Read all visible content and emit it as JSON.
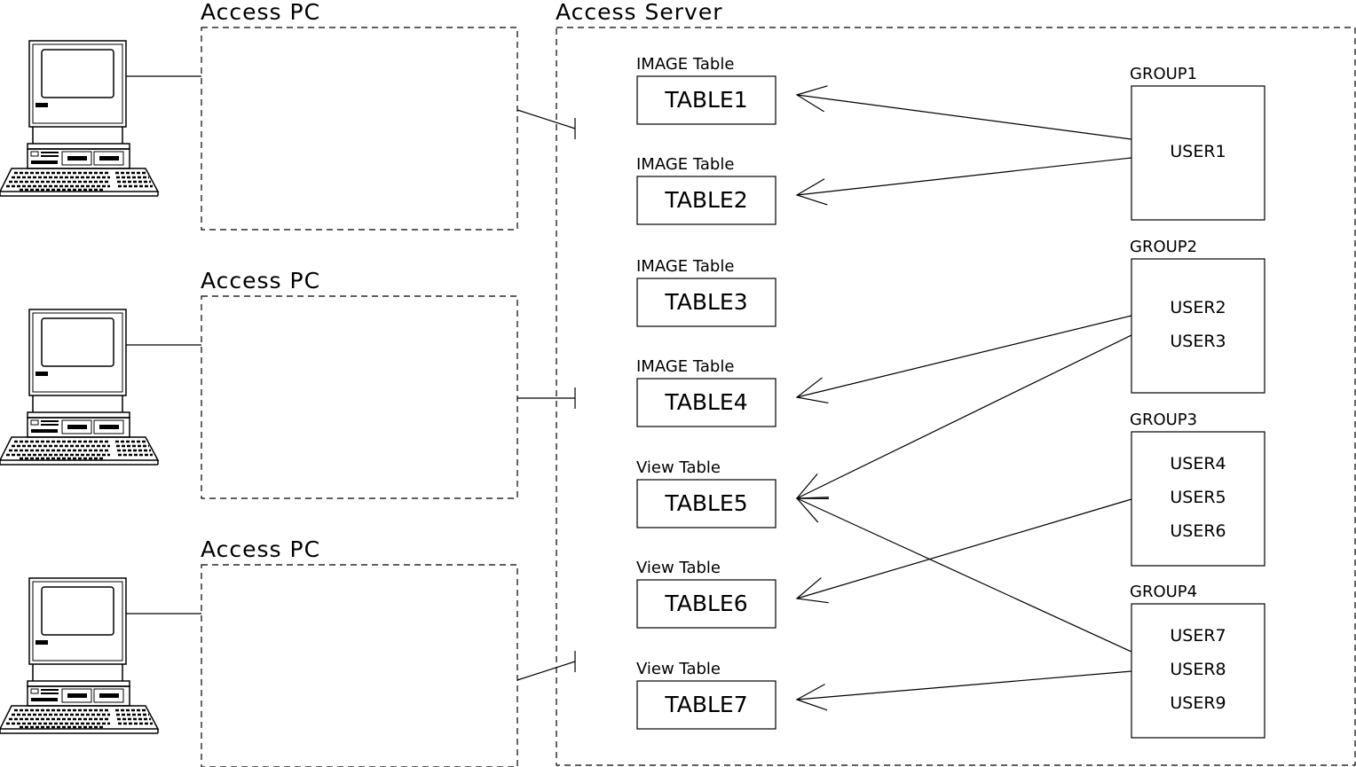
{
  "pc_label": "Access PC",
  "server_label": "Access Server",
  "tables": [
    {
      "type_label": "IMAGE Table",
      "name": "TABLE1"
    },
    {
      "type_label": "IMAGE Table",
      "name": "TABLE2"
    },
    {
      "type_label": "IMAGE Table",
      "name": "TABLE3"
    },
    {
      "type_label": "IMAGE Table",
      "name": "TABLE4"
    },
    {
      "type_label": "View Table",
      "name": "TABLE5"
    },
    {
      "type_label": "View Table",
      "name": "TABLE6"
    },
    {
      "type_label": "View Table",
      "name": "TABLE7"
    }
  ],
  "groups": [
    {
      "name": "GROUP1",
      "users": [
        "USER1"
      ]
    },
    {
      "name": "GROUP2",
      "users": [
        "USER2",
        "USER3"
      ]
    },
    {
      "name": "GROUP3",
      "users": [
        "USER4",
        "USER5",
        "USER6"
      ]
    },
    {
      "name": "GROUP4",
      "users": [
        "USER7",
        "USER8",
        "USER9"
      ]
    }
  ],
  "links": [
    {
      "from": "GROUP1",
      "to": "TABLE1"
    },
    {
      "from": "GROUP1",
      "to": "TABLE2"
    },
    {
      "from": "GROUP2",
      "to": "TABLE4"
    },
    {
      "from": "GROUP2",
      "to": "TABLE5"
    },
    {
      "from": "GROUP3",
      "to": "TABLE6"
    },
    {
      "from": "GROUP4",
      "to": "TABLE5"
    },
    {
      "from": "GROUP4",
      "to": "TABLE7"
    }
  ]
}
